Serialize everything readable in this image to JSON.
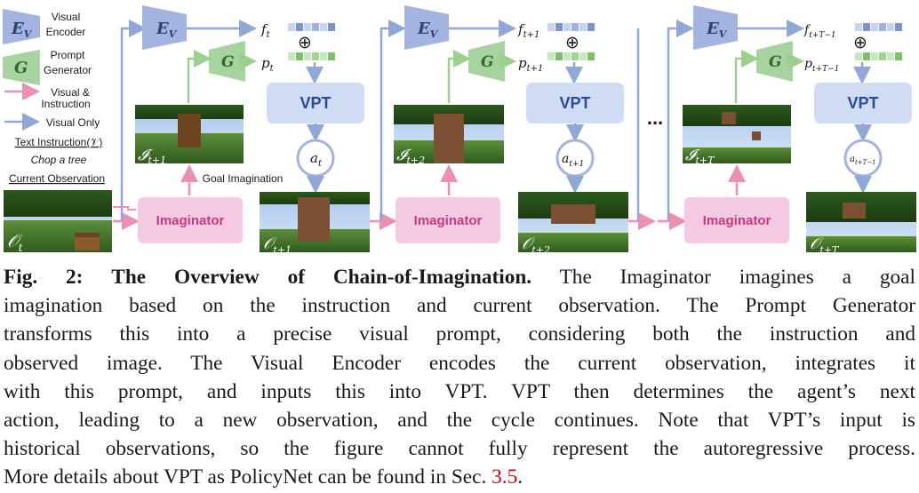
{
  "legend": {
    "encoder_symbol": "E",
    "encoder_sub": "V",
    "encoder_label_1": "Visual",
    "encoder_label_2": "Encoder",
    "generator_symbol": "G",
    "generator_label_1": "Prompt",
    "generator_label_2": "Generator",
    "visual_instruction_label_1": "Visual &",
    "visual_instruction_label_2": "Instruction",
    "visual_only_label": "Visual Only",
    "text_instruction_label": "Text Instruction(𝒱)",
    "instruction_value": "Chop a tree",
    "current_observation_label": "Current Observation",
    "goal_imagination_label": "Goal Imagination"
  },
  "blocks": {
    "imaginator": "Imaginator",
    "vpt": "VPT",
    "ellipsis": "..."
  },
  "stages": [
    {
      "feature": "f",
      "feature_sub": "t",
      "prompt": "p",
      "prompt_sub": "t",
      "action": "a",
      "action_sub": "t",
      "imagination": "𝓘",
      "imagination_sub": "t+1",
      "observation_next": "𝒪",
      "observation_next_sub": "t+1"
    },
    {
      "feature": "f",
      "feature_sub": "t+1",
      "prompt": "p",
      "prompt_sub": "t+1",
      "action": "a",
      "action_sub": "t+1",
      "imagination": "𝓘",
      "imagination_sub": "t+2",
      "observation_next": "𝒪",
      "observation_next_sub": "t+2"
    },
    {
      "feature": "f",
      "feature_sub": "t+T−1",
      "prompt": "p",
      "prompt_sub": "t+T−1",
      "action": "a",
      "action_sub": "t+T−1",
      "imagination": "𝓘",
      "imagination_sub": "t+T",
      "observation_next": "𝒪",
      "observation_next_sub": "t+T"
    }
  ],
  "initial_observation": "𝒪",
  "initial_observation_sub": "t",
  "oplus": "⊕",
  "colors": {
    "encoder": "#a4b4e0",
    "generator": "#a6d3a0",
    "vpt_fill": "#cfdcf3",
    "imaginator_fill": "#f6c9e2",
    "pink_arrow": "#ec8fb4",
    "blue_arrow": "#8fa8d8",
    "green_arrow": "#9dd08f",
    "feature_token": "#7b94d0",
    "prompt_token": "#7cc06a"
  },
  "caption": {
    "fig_label": "Fig. 2:",
    "title": "The Overview of Chain-of-Imagination.",
    "lines": [
      "The Imaginator imagines a goal",
      "imagination based on the instruction and current observation. The Prompt Generator",
      "transforms this into a precise visual prompt, considering both the instruction and",
      "observed image. The Visual Encoder encodes the current observation, integrates it",
      "with this prompt, and inputs this into VPT. VPT then determines the agent’s next",
      "action, leading to a new observation, and the cycle continues. Note that VPT’s input is",
      "historical observations, so the figure cannot fully represent the autoregressive process.",
      "More details about VPT as PolicyNet can be found in Sec."
    ],
    "section_ref": "3.5",
    "end_period": "."
  }
}
